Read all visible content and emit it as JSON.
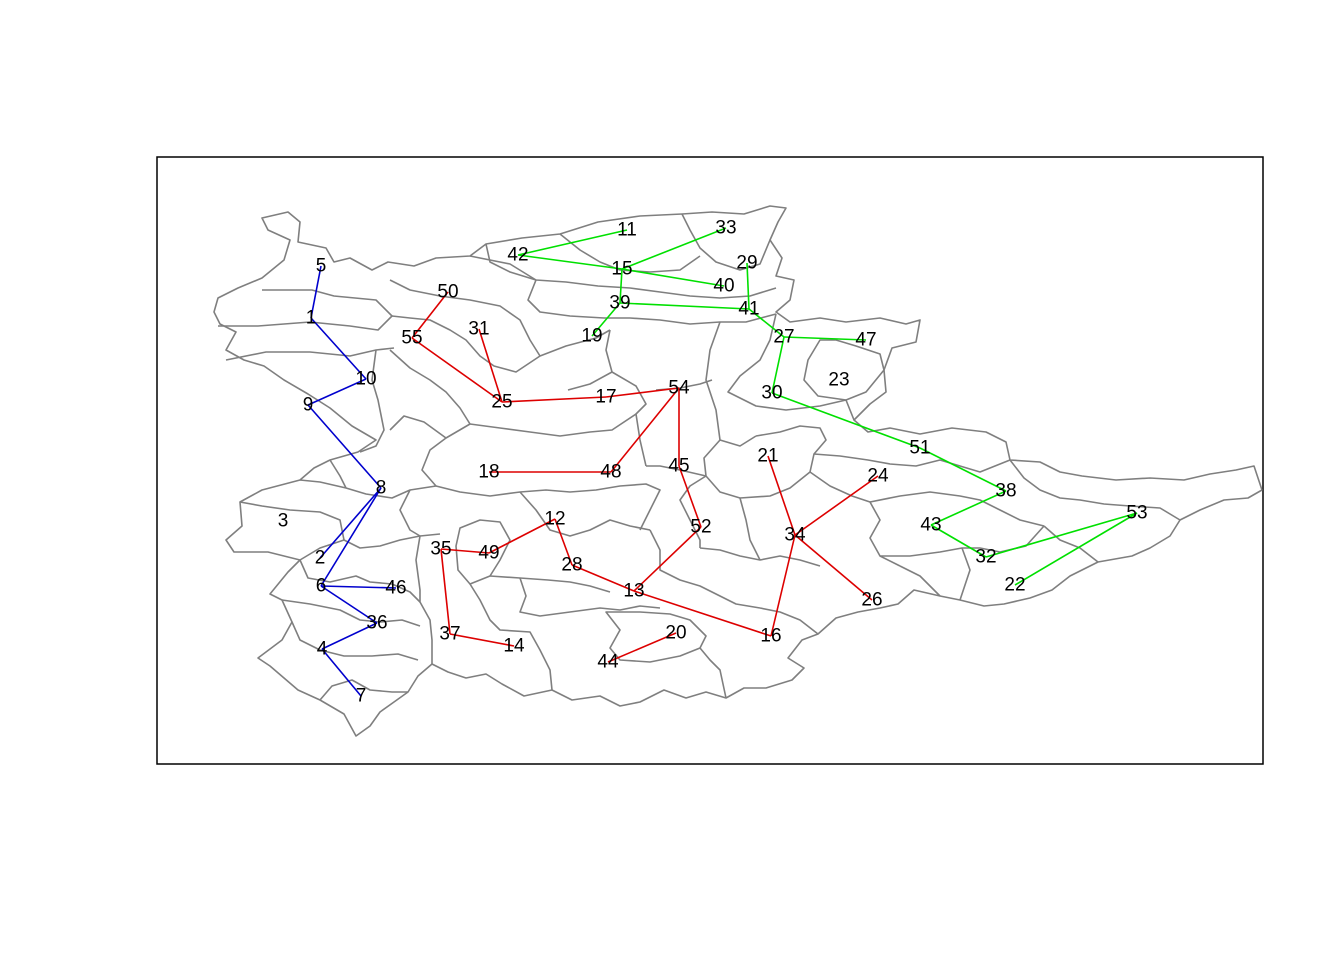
{
  "colors": {
    "frame": "#000000",
    "region_border": "#7f7f7f",
    "label": "#000000",
    "cluster_blue": "#0000cd",
    "cluster_green": "#00e000",
    "cluster_red": "#dd0000"
  },
  "chart_data": {
    "type": "map",
    "description_of_marks": "district polygons with numbered centroids connected by minimum-spanning-tree edges in three colored clusters",
    "nodes": [
      {
        "id": "1",
        "label": "1"
      },
      {
        "id": "2",
        "label": "2"
      },
      {
        "id": "3",
        "label": "3"
      },
      {
        "id": "4",
        "label": "4"
      },
      {
        "id": "5",
        "label": "5"
      },
      {
        "id": "6",
        "label": "6"
      },
      {
        "id": "7",
        "label": "7"
      },
      {
        "id": "8",
        "label": "8"
      },
      {
        "id": "9",
        "label": "9"
      },
      {
        "id": "10",
        "label": "10"
      },
      {
        "id": "11",
        "label": "11"
      },
      {
        "id": "12",
        "label": "12"
      },
      {
        "id": "13",
        "label": "13"
      },
      {
        "id": "14",
        "label": "14"
      },
      {
        "id": "15",
        "label": "15"
      },
      {
        "id": "16",
        "label": "16"
      },
      {
        "id": "17",
        "label": "17"
      },
      {
        "id": "18",
        "label": "18"
      },
      {
        "id": "19",
        "label": "19"
      },
      {
        "id": "20",
        "label": "20"
      },
      {
        "id": "21",
        "label": "21"
      },
      {
        "id": "22",
        "label": "22"
      },
      {
        "id": "23",
        "label": "23"
      },
      {
        "id": "24",
        "label": "24"
      },
      {
        "id": "25",
        "label": "25"
      },
      {
        "id": "26",
        "label": "26"
      },
      {
        "id": "27",
        "label": "27"
      },
      {
        "id": "28",
        "label": "28"
      },
      {
        "id": "29",
        "label": "29"
      },
      {
        "id": "30",
        "label": "30"
      },
      {
        "id": "31",
        "label": "31"
      },
      {
        "id": "32",
        "label": "32"
      },
      {
        "id": "33",
        "label": "33"
      },
      {
        "id": "34",
        "label": "34"
      },
      {
        "id": "35",
        "label": "35"
      },
      {
        "id": "36",
        "label": "36"
      },
      {
        "id": "37",
        "label": "37"
      },
      {
        "id": "38",
        "label": "38"
      },
      {
        "id": "39",
        "label": "39"
      },
      {
        "id": "40",
        "label": "40"
      },
      {
        "id": "41",
        "label": "41"
      },
      {
        "id": "42",
        "label": "42"
      },
      {
        "id": "43",
        "label": "43"
      },
      {
        "id": "44",
        "label": "44"
      },
      {
        "id": "45",
        "label": "45"
      },
      {
        "id": "46",
        "label": "46"
      },
      {
        "id": "47",
        "label": "47"
      },
      {
        "id": "48",
        "label": "48"
      },
      {
        "id": "49",
        "label": "49"
      },
      {
        "id": "50",
        "label": "50"
      },
      {
        "id": "51",
        "label": "51"
      },
      {
        "id": "52",
        "label": "52"
      },
      {
        "id": "53",
        "label": "53"
      },
      {
        "id": "54",
        "label": "54"
      },
      {
        "id": "55",
        "label": "55"
      }
    ],
    "clusters": [
      {
        "color_key": "cluster_blue",
        "edges": [
          [
            "5",
            "1"
          ],
          [
            "1",
            "10"
          ],
          [
            "10",
            "9"
          ],
          [
            "9",
            "8"
          ],
          [
            "8",
            "2"
          ],
          [
            "8",
            "6"
          ],
          [
            "6",
            "46"
          ],
          [
            "6",
            "36"
          ],
          [
            "36",
            "4"
          ],
          [
            "4",
            "7"
          ]
        ]
      },
      {
        "color_key": "cluster_green",
        "edges": [
          [
            "42",
            "11"
          ],
          [
            "42",
            "15"
          ],
          [
            "15",
            "33"
          ],
          [
            "15",
            "40"
          ],
          [
            "15",
            "39"
          ],
          [
            "39",
            "19"
          ],
          [
            "39",
            "41"
          ],
          [
            "29",
            "41"
          ],
          [
            "41",
            "27"
          ],
          [
            "27",
            "47"
          ],
          [
            "27",
            "30"
          ],
          [
            "30",
            "51"
          ],
          [
            "51",
            "38"
          ],
          [
            "38",
            "43"
          ],
          [
            "43",
            "32"
          ],
          [
            "32",
            "53"
          ],
          [
            "53",
            "22"
          ]
        ]
      },
      {
        "color_key": "cluster_red",
        "edges": [
          [
            "50",
            "55"
          ],
          [
            "55",
            "25"
          ],
          [
            "31",
            "25"
          ],
          [
            "25",
            "17"
          ],
          [
            "17",
            "54"
          ],
          [
            "54",
            "45"
          ],
          [
            "54",
            "48"
          ],
          [
            "48",
            "18"
          ],
          [
            "45",
            "52"
          ],
          [
            "52",
            "13"
          ],
          [
            "13",
            "28"
          ],
          [
            "28",
            "12"
          ],
          [
            "12",
            "49"
          ],
          [
            "49",
            "35"
          ],
          [
            "35",
            "37"
          ],
          [
            "37",
            "14"
          ],
          [
            "13",
            "16"
          ],
          [
            "16",
            "34"
          ],
          [
            "34",
            "21"
          ],
          [
            "34",
            "24"
          ],
          [
            "34",
            "26"
          ],
          [
            "20",
            "44"
          ]
        ]
      }
    ]
  }
}
